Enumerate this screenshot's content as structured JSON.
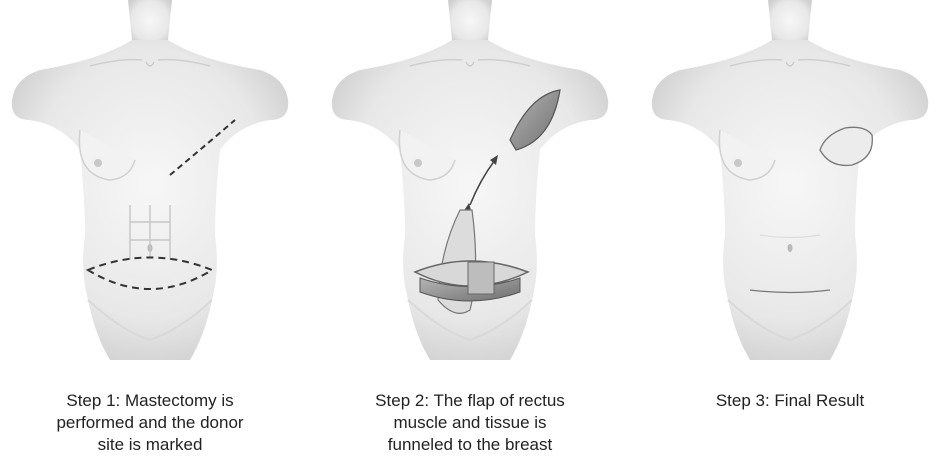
{
  "steps": [
    {
      "caption_lines": [
        "Step 1: Mastectomy is",
        "performed and the donor",
        "site is marked"
      ]
    },
    {
      "caption_lines": [
        "Step 2: The flap of rectus",
        "muscle and tissue is",
        "funneled to the breast"
      ]
    },
    {
      "caption_lines": [
        "Step 3: Final Result"
      ]
    }
  ],
  "colors": {
    "skin": "#efefef",
    "skin_shadow": "#d6d6d6",
    "outline": "#9a9a9a",
    "dashed_incision": "#333333",
    "muscle": "#8a8a8a"
  }
}
